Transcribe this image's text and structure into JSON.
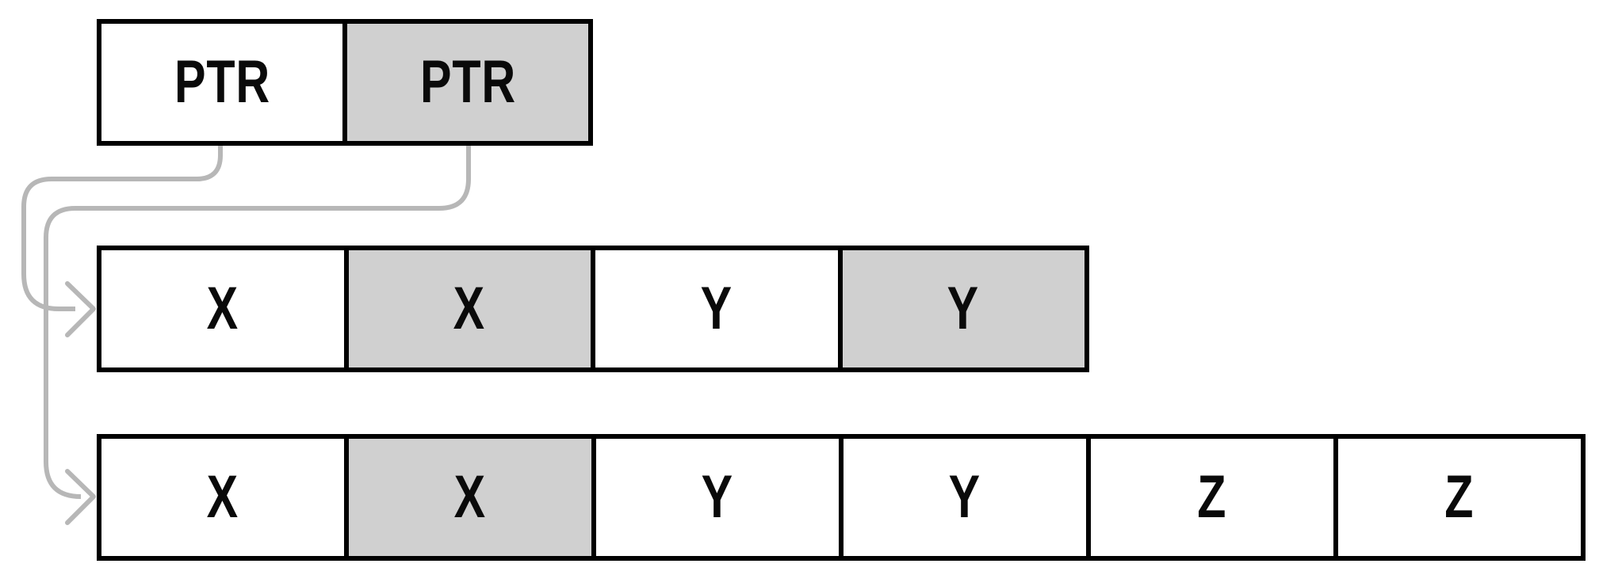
{
  "diagram": {
    "rows": [
      {
        "name": "ptr-row",
        "cells": [
          {
            "label": "PTR",
            "shaded": false
          },
          {
            "label": "PTR",
            "shaded": true
          }
        ]
      },
      {
        "name": "array-row-4",
        "cells": [
          {
            "label": "X",
            "shaded": false
          },
          {
            "label": "X",
            "shaded": true
          },
          {
            "label": "Y",
            "shaded": false
          },
          {
            "label": "Y",
            "shaded": true
          }
        ]
      },
      {
        "name": "array-row-6",
        "cells": [
          {
            "label": "X",
            "shaded": false
          },
          {
            "label": "X",
            "shaded": true
          },
          {
            "label": "Y",
            "shaded": false
          },
          {
            "label": "Y",
            "shaded": false
          },
          {
            "label": "Z",
            "shaded": false
          },
          {
            "label": "Z",
            "shaded": false
          }
        ]
      }
    ],
    "arrows": [
      {
        "from": "ptr-row-cell-1",
        "to": "array-row-4"
      },
      {
        "from": "ptr-row-cell-2",
        "to": "array-row-6"
      }
    ],
    "colors": {
      "background": "#ffffff",
      "cell_fill": "#ffffff",
      "shaded_cell": "#d0d0d0",
      "border": "#000000",
      "label": "#0a0a0a",
      "arrow": "#b7b7b7"
    }
  }
}
